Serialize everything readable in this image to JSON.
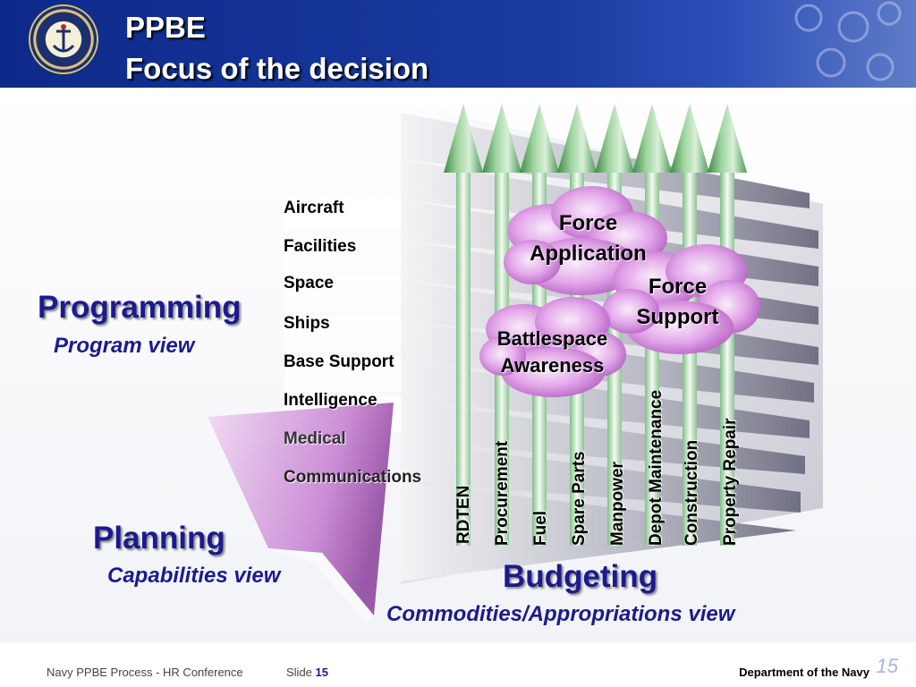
{
  "header": {
    "title_line1": "PPBE",
    "title_line2": "Focus of the decision",
    "seal_icon": "navy-seal-icon"
  },
  "colors": {
    "header_blue": "#1a3aa0",
    "heading_blue": "#1b1b8e",
    "arrow_green": "#5aa860",
    "cloud_pink": "#d98fe0"
  },
  "programming": {
    "title": "Programming",
    "subtitle": "Program view",
    "rows": [
      "Aircraft",
      "Facilities",
      "Space",
      "Ships",
      "Base Support",
      "Intelligence",
      "Medical",
      "Communications"
    ]
  },
  "planning": {
    "title": "Planning",
    "subtitle": "Capabilities view",
    "clouds": [
      "Force Application",
      "Force Support",
      "Battlespace Awareness"
    ]
  },
  "budgeting": {
    "title": "Budgeting",
    "subtitle": "Commodities/Appropriations view",
    "columns": [
      "RDTEN",
      "Procurement",
      "Fuel",
      "Spare Parts",
      "Manpower",
      "Depot Maintenance",
      "Construction",
      "Property Repair"
    ]
  },
  "footer": {
    "left": "Navy PPBE Process -  HR Conference",
    "slide_label": "Slide",
    "slide_number": "15",
    "right": "Department of the Navy",
    "slide_number_big": "15"
  }
}
